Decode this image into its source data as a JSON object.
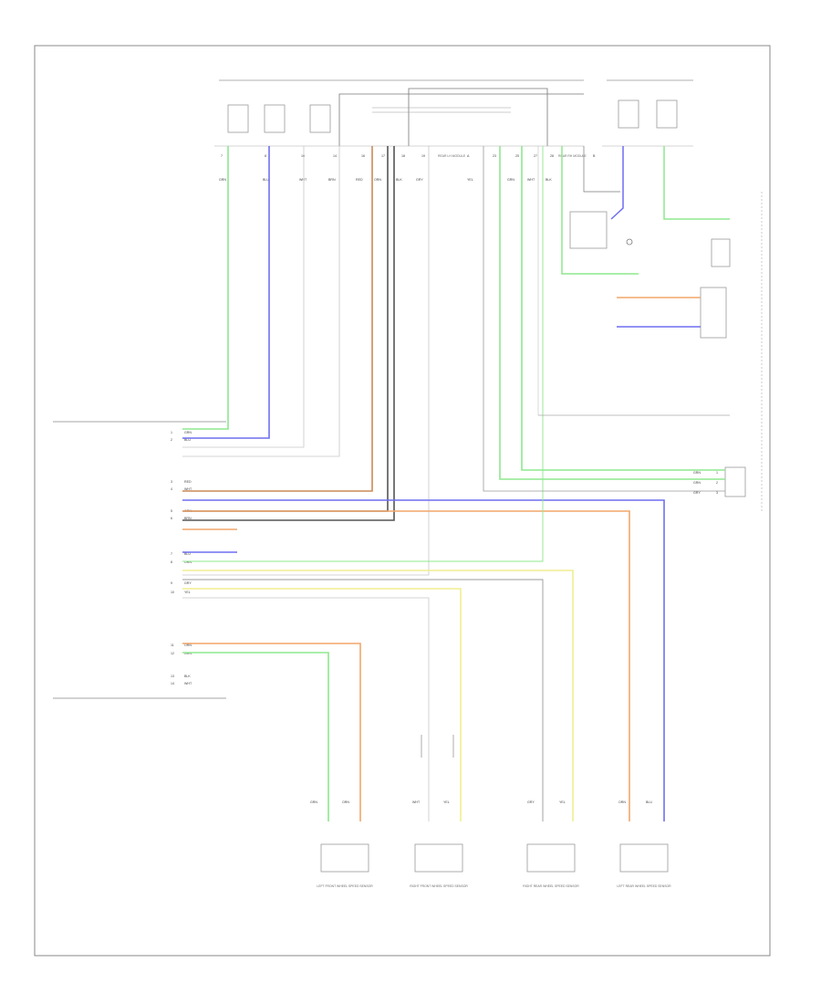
{
  "module_pins": [
    {
      "pin": "7",
      "color": "GRN"
    },
    {
      "pin": "8",
      "color": "BLU"
    },
    {
      "pin": "10",
      "color": "WHT"
    },
    {
      "pin": "14",
      "color": "BRN"
    },
    {
      "pin": "16",
      "color": "RED"
    },
    {
      "pin": "17",
      "color": "ORN"
    },
    {
      "pin": "18",
      "color": "BLK"
    },
    {
      "pin": "19",
      "color": "GRY"
    },
    {
      "pin": "23",
      "color": "YEL"
    },
    {
      "pin": "25",
      "color": "GRN"
    },
    {
      "pin": "27",
      "color": "WHT"
    },
    {
      "pin": "28",
      "color": "BLK"
    }
  ],
  "module_sections": [
    {
      "name": "REAR LH MODULE",
      "pin": "A"
    },
    {
      "name": "REAR RH MODULE",
      "pin": "B"
    }
  ],
  "left_connector_rows": [
    {
      "pin": "1",
      "color": "GRN"
    },
    {
      "pin": "2",
      "color": "BLU"
    },
    {
      "pin": "3",
      "color": "RED"
    },
    {
      "pin": "4",
      "color": "WHT"
    },
    {
      "pin": "5",
      "color": "ORN"
    },
    {
      "pin": "6",
      "color": "BRN"
    },
    {
      "pin": "7",
      "color": "BLU"
    },
    {
      "pin": "8",
      "color": "ORN"
    },
    {
      "pin": "9",
      "color": "GRY"
    },
    {
      "pin": "10",
      "color": "YEL"
    },
    {
      "pin": "11",
      "color": "ORN"
    },
    {
      "pin": "12",
      "color": "GRN"
    },
    {
      "pin": "13",
      "color": "BLK"
    },
    {
      "pin": "14",
      "color": "WHT"
    }
  ],
  "sensors": [
    {
      "name": "LEFT FRONT WHEEL SPEED SENSOR",
      "pin_a": "GRN",
      "pin_b": "ORN"
    },
    {
      "name": "RIGHT FRONT WHEEL SPEED SENSOR",
      "pin_a": "WHT",
      "pin_b": "YEL"
    },
    {
      "name": "RIGHT REAR WHEEL SPEED SENSOR",
      "pin_a": "GRY",
      "pin_b": "YEL"
    },
    {
      "name": "LEFT REAR WHEEL SPEED SENSOR",
      "pin_a": "ORN",
      "pin_b": "BLU"
    }
  ],
  "right_connector_rows": [
    {
      "pin": "1",
      "color": "GRN"
    },
    {
      "pin": "2",
      "color": "GRN"
    },
    {
      "pin": "3",
      "color": "GRY"
    }
  ],
  "wire_colors": {
    "green": "#8ee88e",
    "blue": "#6f6ff0",
    "orange": "#f2a66a",
    "brown": "#c98a5a",
    "yellow": "#f0ee90",
    "gray": "#9a9a9a",
    "dark": "#555555",
    "light": "#c8c8c8"
  }
}
